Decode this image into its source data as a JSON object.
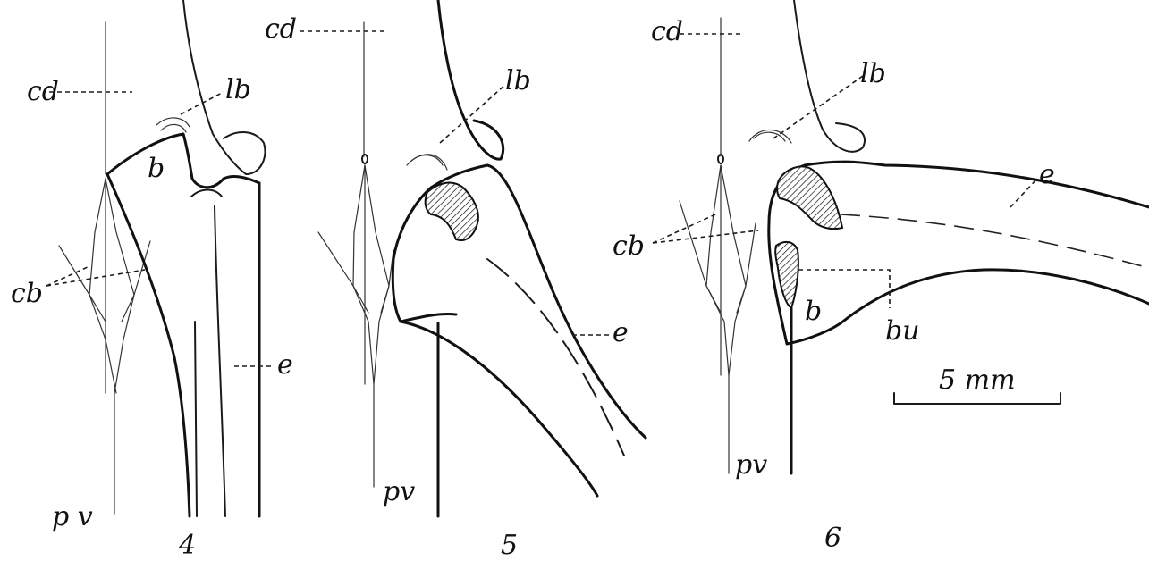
{
  "figures": [
    {
      "number": "4",
      "labels": {
        "cd": "cd",
        "lb": "lb",
        "b": "b",
        "cb": "cb",
        "e": "e",
        "pv": "p v"
      }
    },
    {
      "number": "5",
      "labels": {
        "cd": "cd",
        "lb": "lb",
        "e": "e",
        "pv": "pv"
      }
    },
    {
      "number": "6",
      "labels": {
        "cd": "cd",
        "lb": "lb",
        "e": "e",
        "cb": "cb",
        "b": "b",
        "bu": "bu",
        "pv": "pv"
      }
    }
  ],
  "scale_bar": {
    "label": "5 mm"
  }
}
